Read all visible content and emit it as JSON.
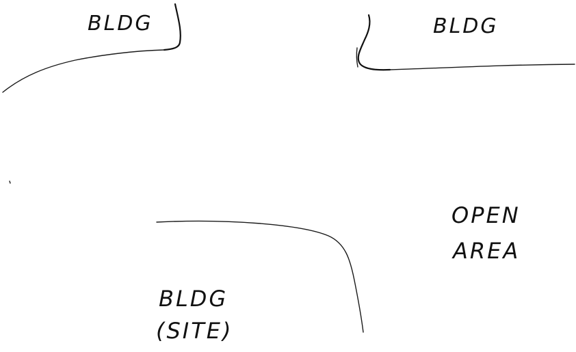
{
  "labels": {
    "building_top_left": "BLDG",
    "building_top_right": "BLDG",
    "building_bottom_line1": "BLDG",
    "building_bottom_line2": "(SITE)",
    "open_area_line1": "OPEN",
    "open_area_line2": "AREA"
  }
}
